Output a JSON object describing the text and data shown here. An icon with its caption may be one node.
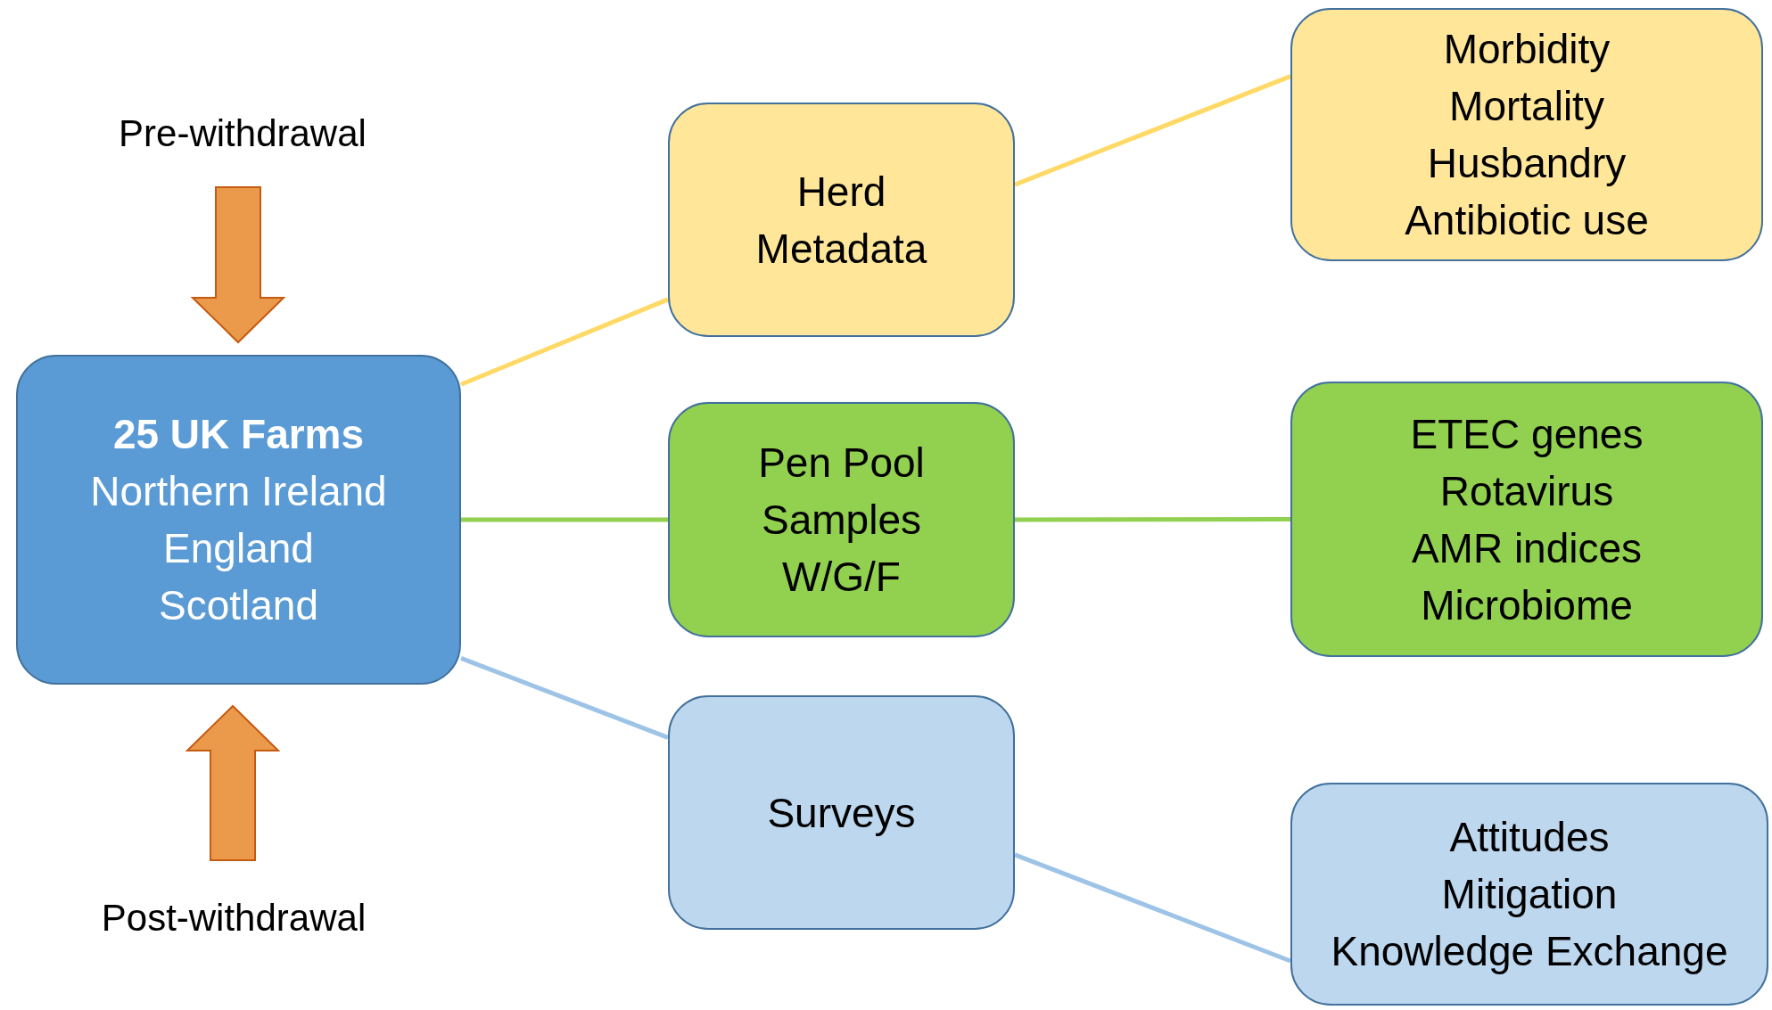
{
  "diagram": {
    "nodes": [
      {
        "text": [
          "25 UK Farms",
          "Northern Ireland",
          "England",
          "Scotland"
        ]
      },
      {
        "text": [
          "Herd Metadata"
        ]
      },
      {
        "text": [
          "Morbidity",
          "Mortality",
          "Husbandry",
          "Antibiotic use"
        ]
      },
      {
        "text": [
          "Pen Pool Samples W/G/F"
        ]
      },
      {
        "text": [
          "ETEC genes",
          "Rotavirus",
          "AMR indices",
          "Microbiome"
        ]
      },
      {
        "text": [
          "Surveys"
        ]
      },
      {
        "text": [
          "Attitudes",
          "Mitigation",
          "Knowledge Exchange"
        ]
      },
      {
        "text": [
          "Pre-withdrawal"
        ]
      },
      {
        "text": [
          "Post-withdrawal"
        ]
      }
    ],
    "edges": [
      {
        "from": 0,
        "to": 1,
        "arrow": "none",
        "color": "#ffd966"
      },
      {
        "from": 1,
        "to": 2,
        "arrow": "none",
        "color": "#ffd966"
      },
      {
        "from": 0,
        "to": 3,
        "arrow": "none",
        "color": "#92d050"
      },
      {
        "from": 3,
        "to": 4,
        "arrow": "none",
        "color": "#92d050"
      },
      {
        "from": 0,
        "to": 5,
        "arrow": "none",
        "color": "#9dc3e6"
      },
      {
        "from": 5,
        "to": 6,
        "arrow": "none",
        "color": "#9dc3e6"
      },
      {
        "from": 7,
        "to": 0,
        "arrow": "to",
        "style": "thick",
        "color": "#ea9a4a"
      },
      {
        "from": 8,
        "to": 0,
        "arrow": "to",
        "style": "thick",
        "color": "#ea9a4a"
      }
    ]
  }
}
